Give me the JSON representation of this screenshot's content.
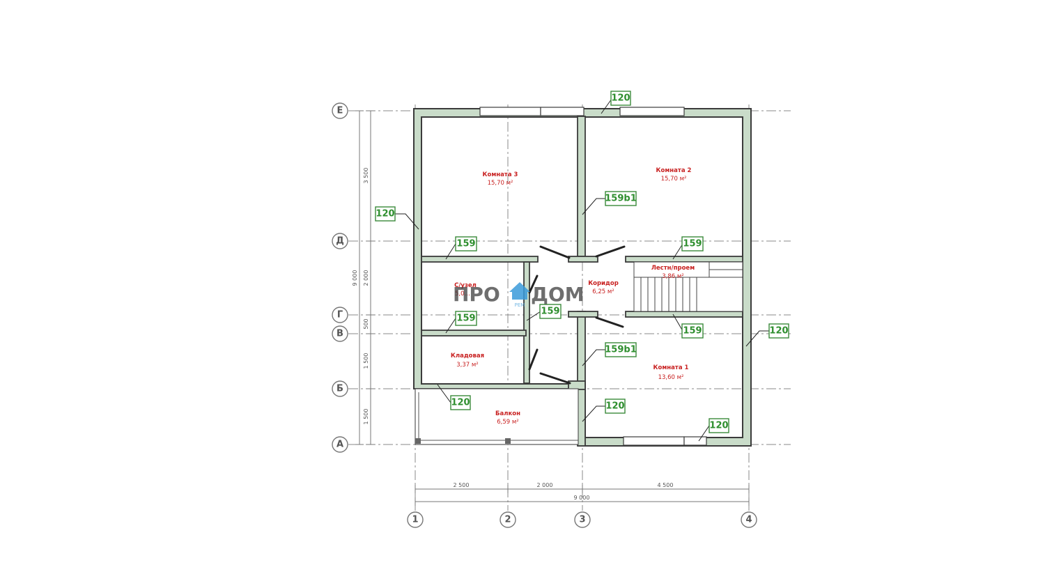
{
  "axes_letters": [
    "Е",
    "Д",
    "Г",
    "В",
    "Б",
    "А"
  ],
  "axes_numbers": [
    "1",
    "2",
    "3",
    "4"
  ],
  "dimensions": {
    "vertical": [
      "3 500",
      "2 000",
      "500",
      "1 500",
      "1 500"
    ],
    "vertical_total": "9 000",
    "horizontal": [
      "2 500",
      "2 000",
      "4 500"
    ],
    "horizontal_total": "9 000"
  },
  "rooms": {
    "room3": {
      "name": "Комната 3",
      "area": "15,70 м²"
    },
    "room2": {
      "name": "Комната 2",
      "area": "15,70 м²"
    },
    "room1": {
      "name": "Комната 1",
      "area": "13,60 м²"
    },
    "bath": {
      "name": "С/узел",
      "area": "5,0…"
    },
    "corridor": {
      "name": "Коридор",
      "area": "6,25 м²"
    },
    "stairs": {
      "name": "Лестн/проем",
      "area": "3,86 м²"
    },
    "storage": {
      "name": "Кладовая",
      "area": "3,37 м²"
    },
    "balcony": {
      "name": "Балкон",
      "area": "6,59 м²"
    }
  },
  "wall_tags": {
    "top": "120",
    "left": "120",
    "room3_bottom": "159",
    "room2_left": "159b1",
    "stair_top": "159",
    "bath_bottom": "159",
    "corridor_left": "159",
    "stair_bottom": "159",
    "right": "120",
    "room1_left": "159b1",
    "storage_bottom": "120",
    "balcony_right": "120",
    "room1_bottom": "120"
  },
  "watermark": {
    "left": "ПРО",
    "right": "ДОМ",
    "small": "РЕМ"
  },
  "colors": {
    "wall_fill": "#c9dcc9",
    "room_text": "#c82020",
    "tag": "#2f8f2f"
  }
}
